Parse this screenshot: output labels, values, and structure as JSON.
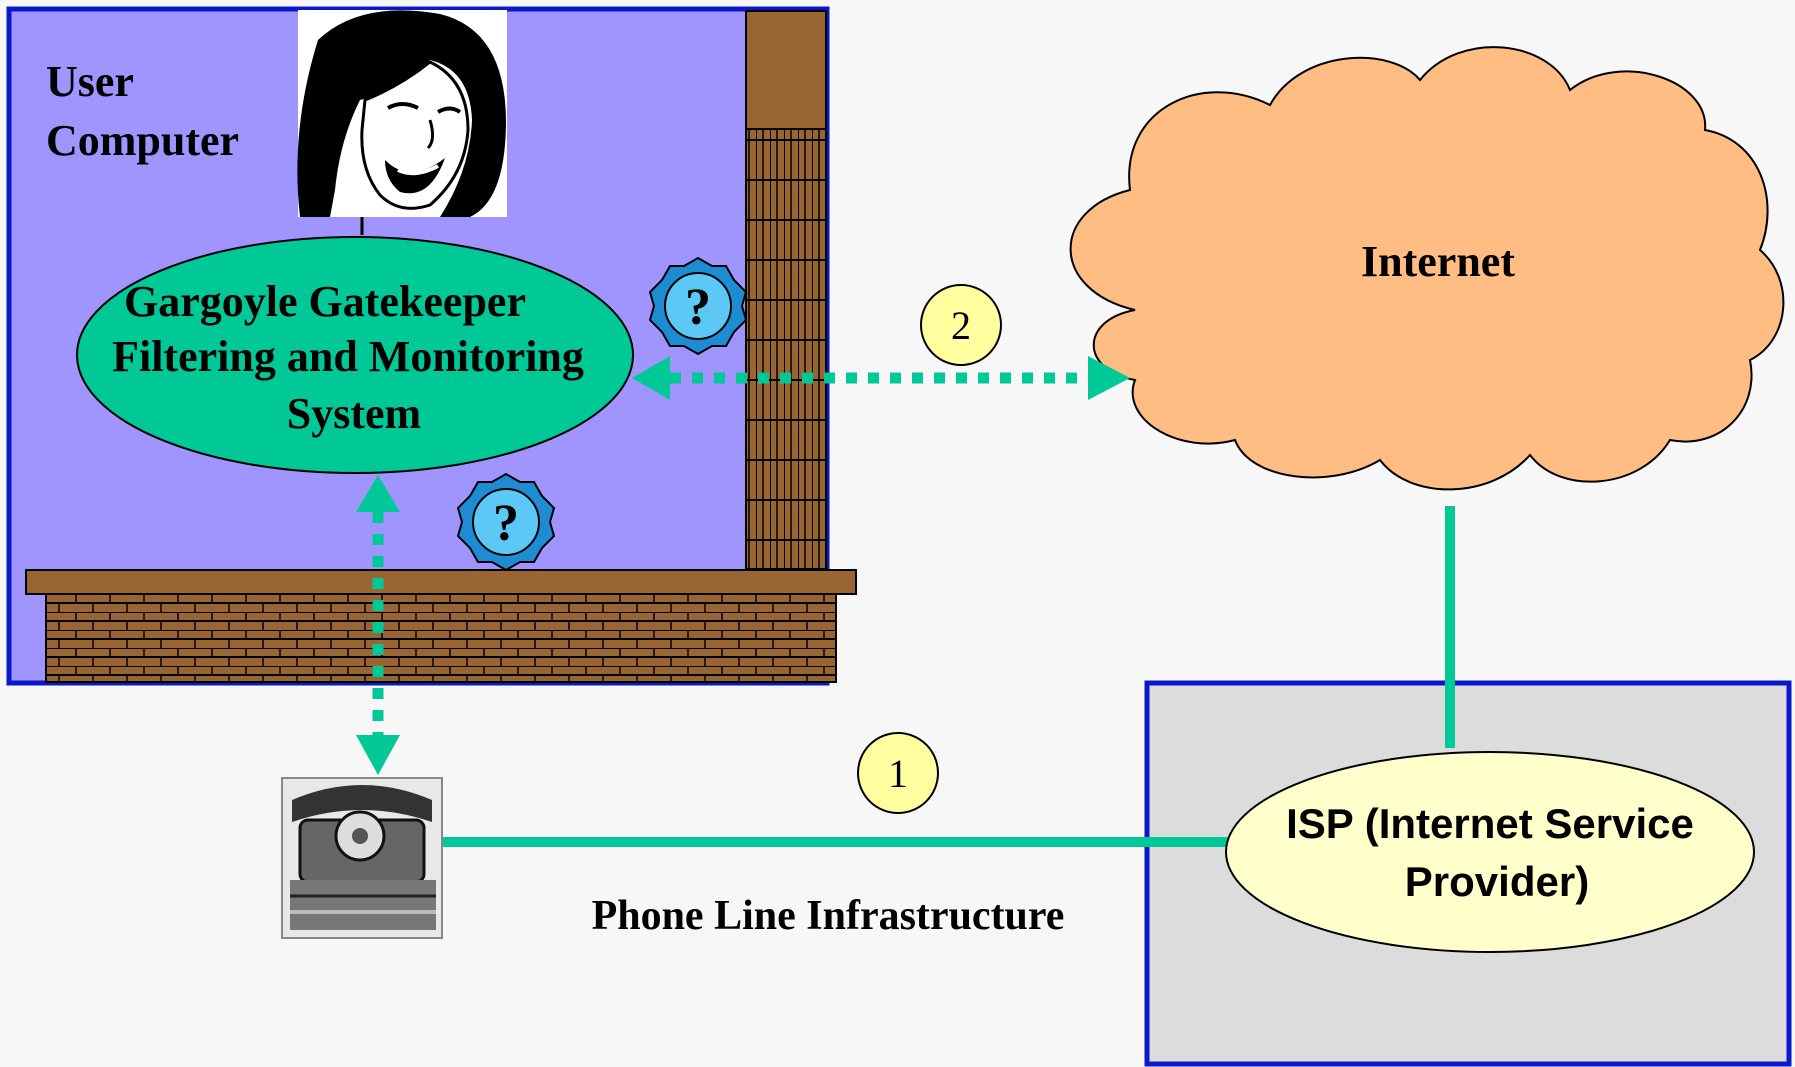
{
  "user_computer": {
    "title_line1": "User",
    "title_line2": "Computer",
    "bg_color": "#a095ff",
    "border_color": "#0a18c8"
  },
  "gatekeeper": {
    "line1": "Gargoyle Gatekeeper",
    "line2": "Filtering and Monitoring",
    "line3": "System",
    "fill": "#00c896"
  },
  "internet": {
    "label": "Internet",
    "fill": "#ffbd83"
  },
  "isp_box": {
    "fill": "#dcdcdc",
    "border_color": "#0a18c8"
  },
  "isp": {
    "line1": "ISP (Internet Service",
    "line2": "Provider)",
    "fill": "#ffffcc"
  },
  "phone_line": {
    "label": "Phone Line Infrastructure"
  },
  "markers": [
    {
      "number": "1"
    },
    {
      "number": "2"
    }
  ],
  "icons": {
    "user_face": "woman-face-icon",
    "telephone": "rotary-phone-icon",
    "question_upper": "question-badge-icon",
    "question_lower": "question-badge-icon",
    "firewall": "brick-wall-icon",
    "cloud": "cloud-shape"
  },
  "colors": {
    "connector": "#00c896",
    "brick": "#996633",
    "marker_fill": "#ffffa0"
  }
}
